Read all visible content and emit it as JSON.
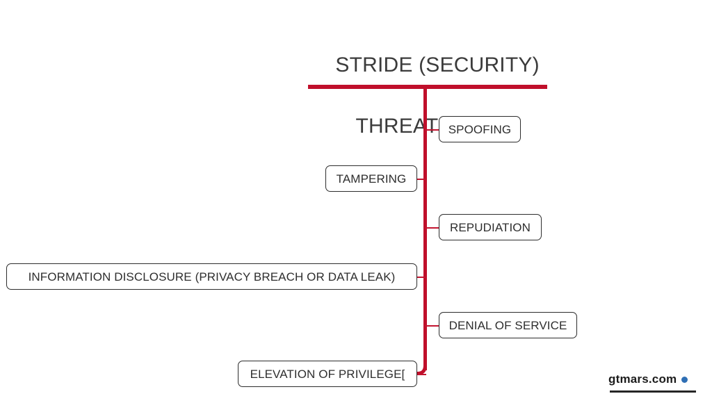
{
  "diagram": {
    "title_line1": "STRIDE (SECURITY)",
    "title_line2": "THREAT MODEL",
    "accent_color": "#c00f2b",
    "node_border_color": "#2c2c2c",
    "text_color": "#2e2e2e",
    "nodes": [
      {
        "label": "SPOOFING",
        "side": "right"
      },
      {
        "label": "TAMPERING",
        "side": "left"
      },
      {
        "label": "REPUDIATION",
        "side": "right"
      },
      {
        "label": "INFORMATION DISCLOSURE (PRIVACY BREACH OR DATA LEAK)",
        "side": "left"
      },
      {
        "label": "DENIAL OF SERVICE",
        "side": "right"
      },
      {
        "label": "ELEVATION OF PRIVILEGE[",
        "side": "left"
      }
    ]
  },
  "watermark": {
    "text": "gtmars.com",
    "dot_color": "#2f6fb5"
  }
}
